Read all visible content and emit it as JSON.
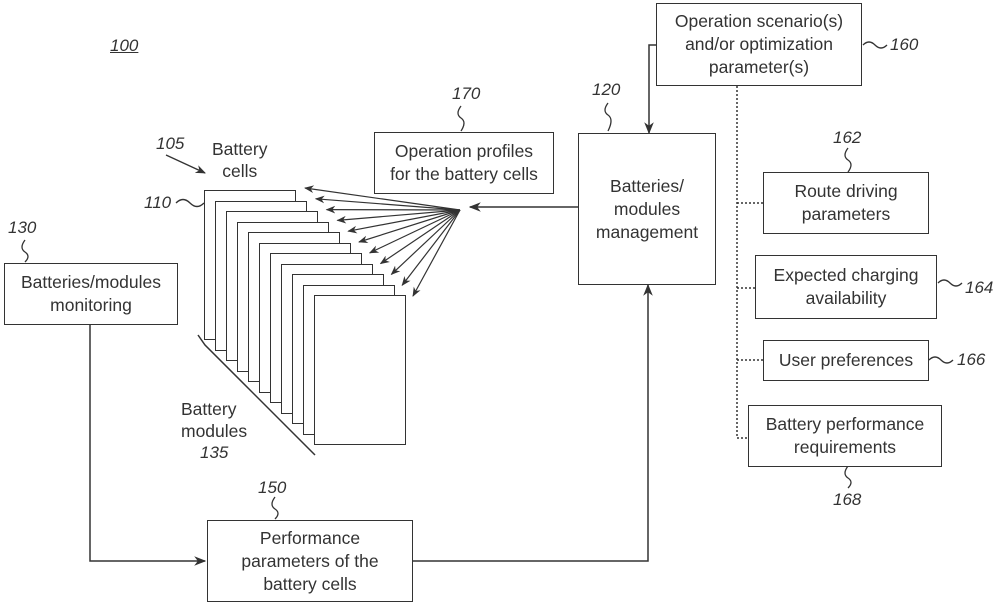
{
  "figure": {
    "ref": "100",
    "nodes": {
      "scenario": {
        "ref": "160",
        "lines": [
          "Operation scenario(s)",
          "and/or optimization",
          "parameter(s)"
        ]
      },
      "management": {
        "ref": "120",
        "lines": [
          "Batteries/",
          "modules",
          "management"
        ]
      },
      "profiles": {
        "ref": "170",
        "lines": [
          "Operation profiles",
          "for the battery cells"
        ]
      },
      "monitoring": {
        "ref": "130",
        "lines": [
          "Batteries/modules",
          "monitoring"
        ]
      },
      "performance": {
        "ref": "150",
        "lines": [
          "Performance",
          "parameters of the",
          "battery cells"
        ]
      },
      "route": {
        "ref": "162",
        "lines": [
          "Route driving",
          "parameters"
        ]
      },
      "charging": {
        "ref": "164",
        "lines": [
          "Expected charging",
          "availability"
        ]
      },
      "preferences": {
        "ref": "166",
        "lines": [
          "User preferences"
        ]
      },
      "requirements": {
        "ref": "168",
        "lines": [
          "Battery performance",
          "requirements"
        ]
      }
    },
    "cells": {
      "ref_group": "105",
      "ref_cell": "110",
      "label": [
        "Battery",
        "cells"
      ],
      "count": 11
    },
    "modules": {
      "ref": "135",
      "label": [
        "Battery",
        "modules"
      ]
    }
  }
}
